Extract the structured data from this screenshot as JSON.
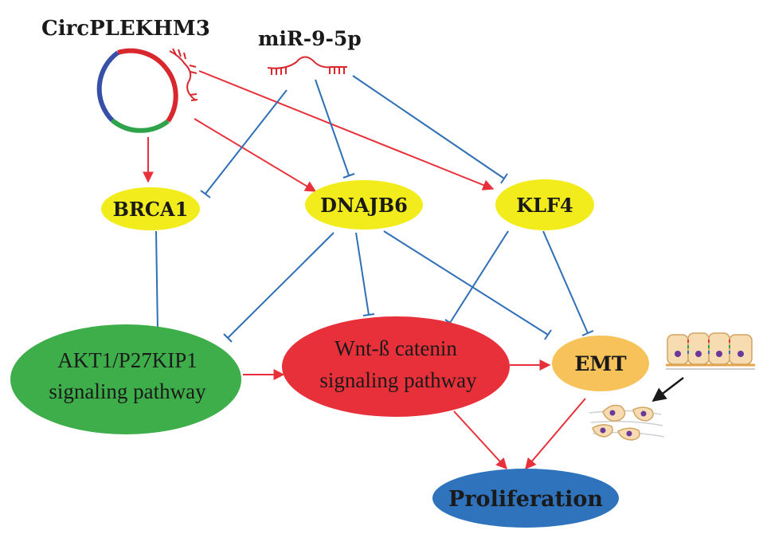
{
  "title_circ": "CircPLEKHM3",
  "title_mirna": "miR-9-5p",
  "nodes": {
    "brca1": "BRCA1",
    "dnajb6": "DNAJB6",
    "klf4": "KLF4",
    "akt_line1": "AKT1/P27KIP1",
    "akt_line2": "signaling pathway",
    "wnt_line1": "Wnt-ß catenin",
    "wnt_line2": "signaling pathway",
    "emt": "EMT",
    "proliferation": "Proliferation"
  },
  "colors": {
    "activate_arrow": "#e8303a",
    "inhibit_line": "#2f6fb5",
    "black_arrow": "#1a1a1a",
    "yellow_node": "#f2ec1c",
    "green_node": "#3dae49",
    "red_node": "#e8303a",
    "orange_node": "#f7c25a",
    "blue_node": "#2f73bd",
    "circ_red": "#d8282e",
    "circ_blue": "#3650a8",
    "circ_green": "#2ea34a"
  }
}
